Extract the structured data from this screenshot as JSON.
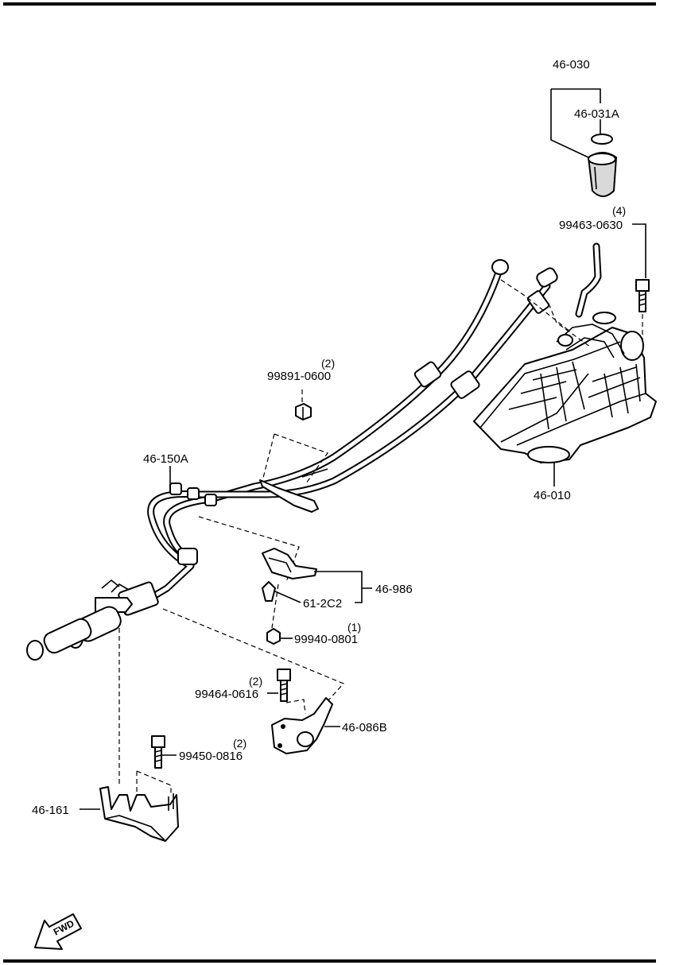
{
  "parts": {
    "p46_030": "46-030",
    "p46_031A": "46-031A",
    "p99463_0630": "99463-0630",
    "p99463_0630_qty": "(4)",
    "p99891_0600": "99891-0600",
    "p99891_0600_qty": "(2)",
    "p46_150A": "46-150A",
    "p46_010": "46-010",
    "p46_986": "46-986",
    "p61_2C2": "61-2C2",
    "p99940_0801": "99940-0801",
    "p99940_0801_qty": "(1)",
    "p99464_0616": "99464-0616",
    "p99464_0616_qty": "(2)",
    "p46_086B": "46-086B",
    "p99450_0816": "99450-0816",
    "p99450_0816_qty": "(2)",
    "p46_161": "46-161"
  },
  "fwd_label": "FWD",
  "icons": [
    "fwd-arrow-icon"
  ]
}
